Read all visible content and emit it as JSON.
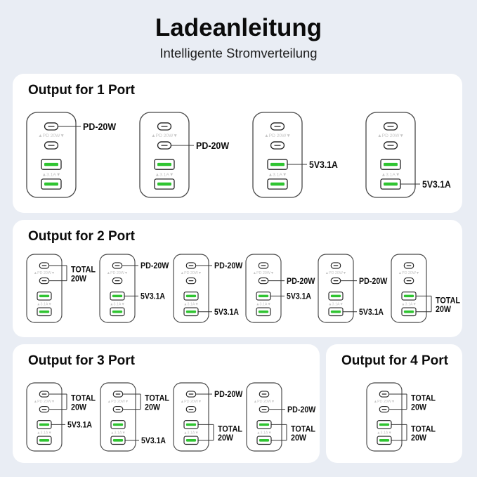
{
  "header": {
    "title": "Ladeanleitung",
    "subtitle": "Intelligente Stromverteilung"
  },
  "charger": {
    "usb_c_label": "▲PD 20W▼",
    "usb_a_label": "▲3.1A▼",
    "green_color": "#2fc431",
    "outline_color": "#474747",
    "port_outline_color": "#222222",
    "port_label_color": "#c6c6c6",
    "callout_text_color": "#0d0d0d",
    "callout_line_color": "#333333"
  },
  "panels": [
    {
      "title": "Output for 1 Port",
      "chargers": [
        {
          "callouts": [
            {
              "ports": [
                "c1"
              ],
              "lines": [
                "PD-20W"
              ]
            }
          ]
        },
        {
          "callouts": [
            {
              "ports": [
                "c2"
              ],
              "lines": [
                "PD-20W"
              ]
            }
          ]
        },
        {
          "callouts": [
            {
              "ports": [
                "a1"
              ],
              "lines": [
                "5V3.1A"
              ]
            }
          ]
        },
        {
          "callouts": [
            {
              "ports": [
                "a2"
              ],
              "lines": [
                "5V3.1A"
              ]
            }
          ]
        }
      ]
    },
    {
      "title": "Output for 2 Port",
      "chargers": [
        {
          "callouts": [
            {
              "ports": [
                "c1",
                "c2"
              ],
              "lines": [
                "TOTAL",
                "20W"
              ]
            }
          ]
        },
        {
          "callouts": [
            {
              "ports": [
                "c1"
              ],
              "lines": [
                "PD-20W"
              ]
            },
            {
              "ports": [
                "a1"
              ],
              "lines": [
                "5V3.1A"
              ]
            }
          ]
        },
        {
          "callouts": [
            {
              "ports": [
                "c1"
              ],
              "lines": [
                "PD-20W"
              ]
            },
            {
              "ports": [
                "a2"
              ],
              "lines": [
                "5V3.1A"
              ]
            }
          ]
        },
        {
          "callouts": [
            {
              "ports": [
                "c2"
              ],
              "lines": [
                "PD-20W"
              ]
            },
            {
              "ports": [
                "a1"
              ],
              "lines": [
                "5V3.1A"
              ]
            }
          ]
        },
        {
          "callouts": [
            {
              "ports": [
                "c2"
              ],
              "lines": [
                "PD-20W"
              ]
            },
            {
              "ports": [
                "a2"
              ],
              "lines": [
                "5V3.1A"
              ]
            }
          ]
        },
        {
          "callouts": [
            {
              "ports": [
                "a1",
                "a2"
              ],
              "lines": [
                "TOTAL",
                "20W"
              ]
            }
          ]
        }
      ]
    },
    {
      "title": "Output for 3 Port",
      "chargers": [
        {
          "callouts": [
            {
              "ports": [
                "c1",
                "c2"
              ],
              "lines": [
                "TOTAL",
                "20W"
              ]
            },
            {
              "ports": [
                "a1"
              ],
              "lines": [
                "5V3.1A"
              ]
            }
          ]
        },
        {
          "callouts": [
            {
              "ports": [
                "c1",
                "c2"
              ],
              "lines": [
                "TOTAL",
                "20W"
              ]
            },
            {
              "ports": [
                "a2"
              ],
              "lines": [
                "5V3.1A"
              ]
            }
          ]
        },
        {
          "callouts": [
            {
              "ports": [
                "c1"
              ],
              "lines": [
                "PD-20W"
              ]
            },
            {
              "ports": [
                "a1",
                "a2"
              ],
              "lines": [
                "TOTAL",
                "20W"
              ]
            }
          ]
        },
        {
          "callouts": [
            {
              "ports": [
                "c2"
              ],
              "lines": [
                "PD-20W"
              ]
            },
            {
              "ports": [
                "a1",
                "a2"
              ],
              "lines": [
                "TOTAL",
                "20W"
              ]
            }
          ]
        }
      ]
    },
    {
      "title": "Output for 4 Port",
      "chargers": [
        {
          "callouts": [
            {
              "ports": [
                "c1",
                "c2"
              ],
              "lines": [
                "TOTAL",
                "20W"
              ]
            },
            {
              "ports": [
                "a1",
                "a2"
              ],
              "lines": [
                "TOTAL",
                "20W"
              ]
            }
          ]
        }
      ]
    }
  ]
}
